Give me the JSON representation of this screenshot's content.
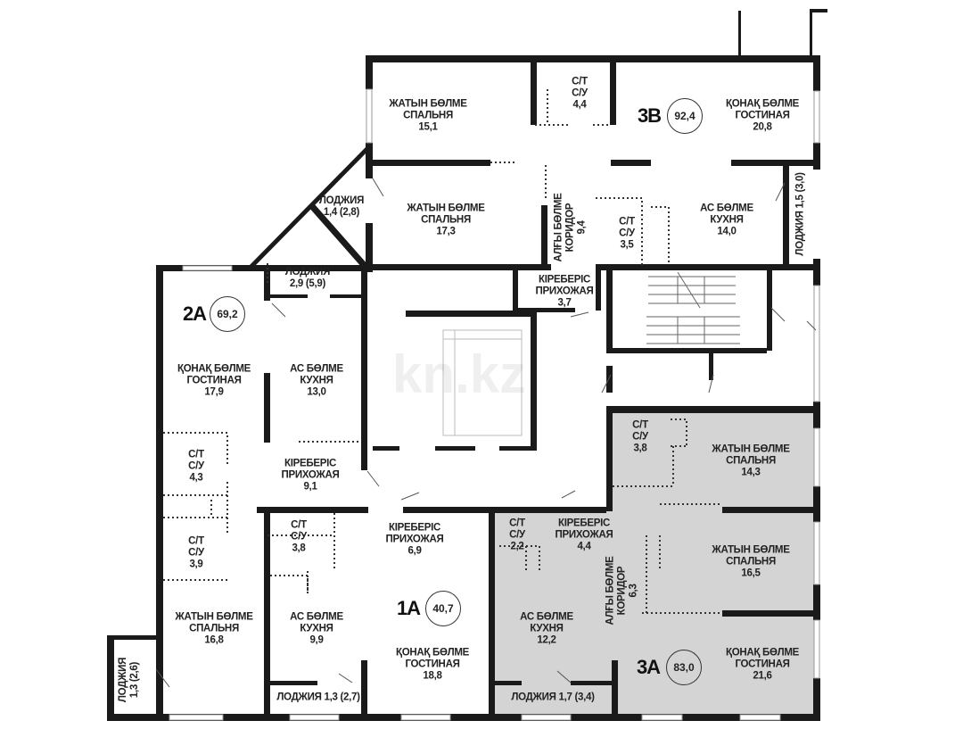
{
  "watermark": "kn.kz",
  "colors": {
    "wall": "#1a1a1a",
    "highlight_fill": "#d4d4d4",
    "background": "#ffffff"
  },
  "apartments": [
    {
      "code": "3B",
      "area": "92,4"
    },
    {
      "code": "2A",
      "area": "69,2"
    },
    {
      "code": "1A",
      "area": "40,7"
    },
    {
      "code": "3A",
      "area": "83,0",
      "highlighted": true
    }
  ],
  "rooms": [
    {
      "lines": [
        "ЖАТЫН БӨЛМЕ",
        "СПАЛЬНЯ",
        "15,1"
      ]
    },
    {
      "lines": [
        "С/Т",
        "С/У",
        "4,4"
      ]
    },
    {
      "lines": [
        "ҚОНАҚ БӨЛМЕ",
        "ГОСТИНАЯ",
        "20,8"
      ]
    },
    {
      "lines": [
        "ЖАТЫН БӨЛМЕ",
        "СПАЛЬНЯ",
        "17,3"
      ]
    },
    {
      "lines": [
        "АЛҒЫ БӨЛМЕ",
        "КОРИДОР",
        "9,4"
      ]
    },
    {
      "lines": [
        "С/Т",
        "С/У",
        "3,5"
      ]
    },
    {
      "lines": [
        "АС БӨЛМЕ",
        "КУХНЯ",
        "14,0"
      ]
    },
    {
      "lines": [
        "ЛОДЖИЯ 1,5 (3,0)"
      ]
    },
    {
      "lines": [
        "ЛОДЖИЯ",
        "1,4 (2,8)"
      ]
    },
    {
      "lines": [
        "ЛОДЖИЯ",
        "2,9 (5,9)"
      ]
    },
    {
      "lines": [
        "КІРЕБЕРІС",
        "ПРИХОЖАЯ",
        "3,7"
      ]
    },
    {
      "lines": [
        "ҚОНАҚ БӨЛМЕ",
        "ГОСТИНАЯ",
        "17,9"
      ]
    },
    {
      "lines": [
        "АС БӨЛМЕ",
        "КУХНЯ",
        "13,0"
      ]
    },
    {
      "lines": [
        "С/Т",
        "С/У",
        "4,3"
      ]
    },
    {
      "lines": [
        "КІРЕБЕРІС",
        "ПРИХОЖАЯ",
        "9,1"
      ]
    },
    {
      "lines": [
        "С/Т",
        "С/У",
        "3,9"
      ]
    },
    {
      "lines": [
        "ЖАТЫН БӨЛМЕ",
        "СПАЛЬНЯ",
        "16,8"
      ]
    },
    {
      "lines": [
        "ЛОДЖИЯ",
        "1,3 (2,6)"
      ]
    },
    {
      "lines": [
        "С/Т",
        "С/У",
        "3,8"
      ]
    },
    {
      "lines": [
        "КІРЕБЕРІС",
        "ПРИХОЖАЯ",
        "6,9"
      ]
    },
    {
      "lines": [
        "АС БӨЛМЕ",
        "КУХНЯ",
        "9,9"
      ]
    },
    {
      "lines": [
        "ҚОНАҚ БӨЛМЕ",
        "ГОСТИНАЯ",
        "18,8"
      ]
    },
    {
      "lines": [
        "ЛОДЖИЯ 1,3 (2,7)"
      ]
    },
    {
      "lines": [
        "С/Т",
        "С/У",
        "3,8"
      ]
    },
    {
      "lines": [
        "ЖАТЫН БӨЛМЕ",
        "СПАЛЬНЯ",
        "14,3"
      ]
    },
    {
      "lines": [
        "С/Т",
        "С/У",
        "2,2"
      ]
    },
    {
      "lines": [
        "КІРЕБЕРІС",
        "ПРИХОЖАЯ",
        "4,4"
      ]
    },
    {
      "lines": [
        "ЖАТЫН БӨЛМЕ",
        "СПАЛЬНЯ",
        "16,5"
      ]
    },
    {
      "lines": [
        "АС БӨЛМЕ",
        "КУХНЯ",
        "12,2"
      ]
    },
    {
      "lines": [
        "АЛҒЫ БӨЛМЕ",
        "КОРИДОР",
        "6,3"
      ]
    },
    {
      "lines": [
        "ҚОНАҚ БӨЛМЕ",
        "ГОСТИНАЯ",
        "21,6"
      ]
    },
    {
      "lines": [
        "ЛОДЖИЯ 1,7 (3,4)"
      ]
    }
  ]
}
